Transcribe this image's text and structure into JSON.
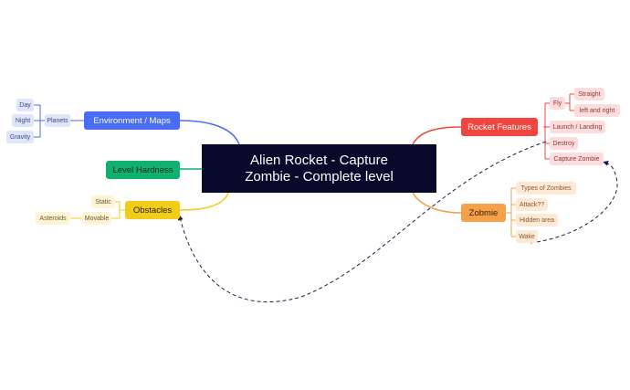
{
  "central": {
    "line1": "Alien Rocket - Capture",
    "line2": "Zombie - Complete level"
  },
  "branches": {
    "environment": "Environment / Maps",
    "level": "Level Hardness",
    "obstacles": "Obstacles",
    "rocket": "Rocket Features",
    "zombie": "Zobmie"
  },
  "environment": {
    "planets": "Planets",
    "items": [
      "Day",
      "Night",
      "Gravity"
    ]
  },
  "obstacles": {
    "static": "Static",
    "movable": "Movable",
    "asteroids": "Asteroids"
  },
  "rocket": {
    "fly": "Fly",
    "fly_items": [
      "Straight",
      "left and right"
    ],
    "items": [
      "Launch / Landing",
      "Destroy",
      "Capture Zombie"
    ]
  },
  "zombie": {
    "items": [
      "Types of Zombies",
      "Attack??",
      "Hidden area",
      "Wake"
    ]
  },
  "colors": {
    "central": "#070a2a",
    "environment": "#4a6cf3",
    "level": "#11b06e",
    "obstacles": "#f1cc19",
    "rocket": "#f2453f",
    "zombie": "#f6a04a",
    "relation": "#1a1f4a"
  }
}
